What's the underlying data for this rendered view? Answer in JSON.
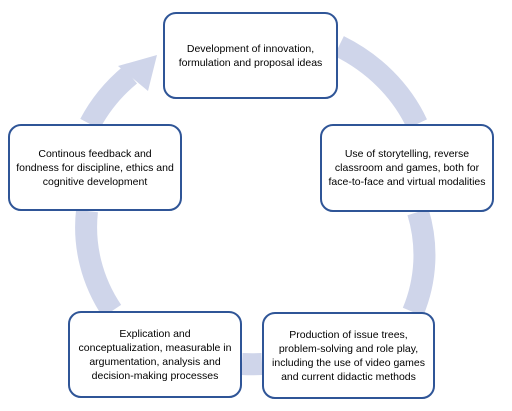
{
  "diagram": {
    "type": "cycle",
    "accent_color": "#2f5597",
    "ring_color": "#cfd5ea",
    "nodes": [
      {
        "text": "Development of innovation, formulation and proposal ideas"
      },
      {
        "text": "Use of storytelling, reverse classroom and games, both for face-to-face and virtual modalities"
      },
      {
        "text": "Production of issue trees, problem-solving and role play, including the use of video games and current didactic methods"
      },
      {
        "text": "Explication and conceptualization, measurable in argumentation, analysis and decision-making processes"
      },
      {
        "text": "Continous feedback and fondness for discipline, ethics and cognitive development"
      }
    ]
  }
}
